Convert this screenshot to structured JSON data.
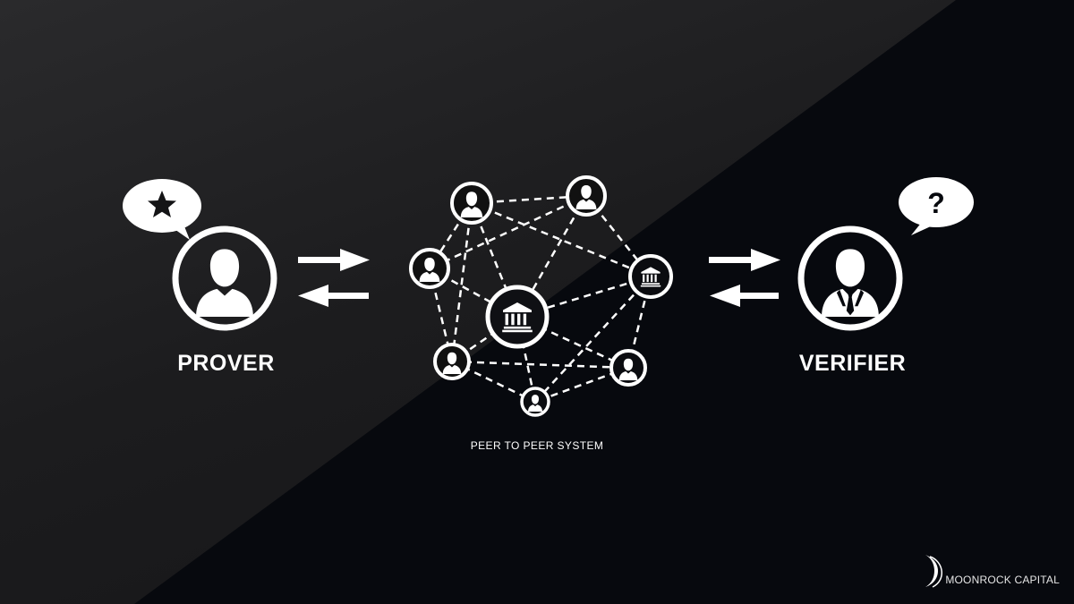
{
  "labels": {
    "prover": "PROVER",
    "verifier": "VERIFIER",
    "system": "PEER TO PEER SYSTEM"
  },
  "bubbles": {
    "prover_symbol": "star-icon",
    "verifier_symbol": "?"
  },
  "brand": {
    "name": "MOONROCK CAPITAL",
    "logo": "crescent-moon-icon"
  },
  "colors": {
    "foreground": "#ffffff",
    "background_dark": "#07090e",
    "background_gray": "#1f1f21"
  }
}
